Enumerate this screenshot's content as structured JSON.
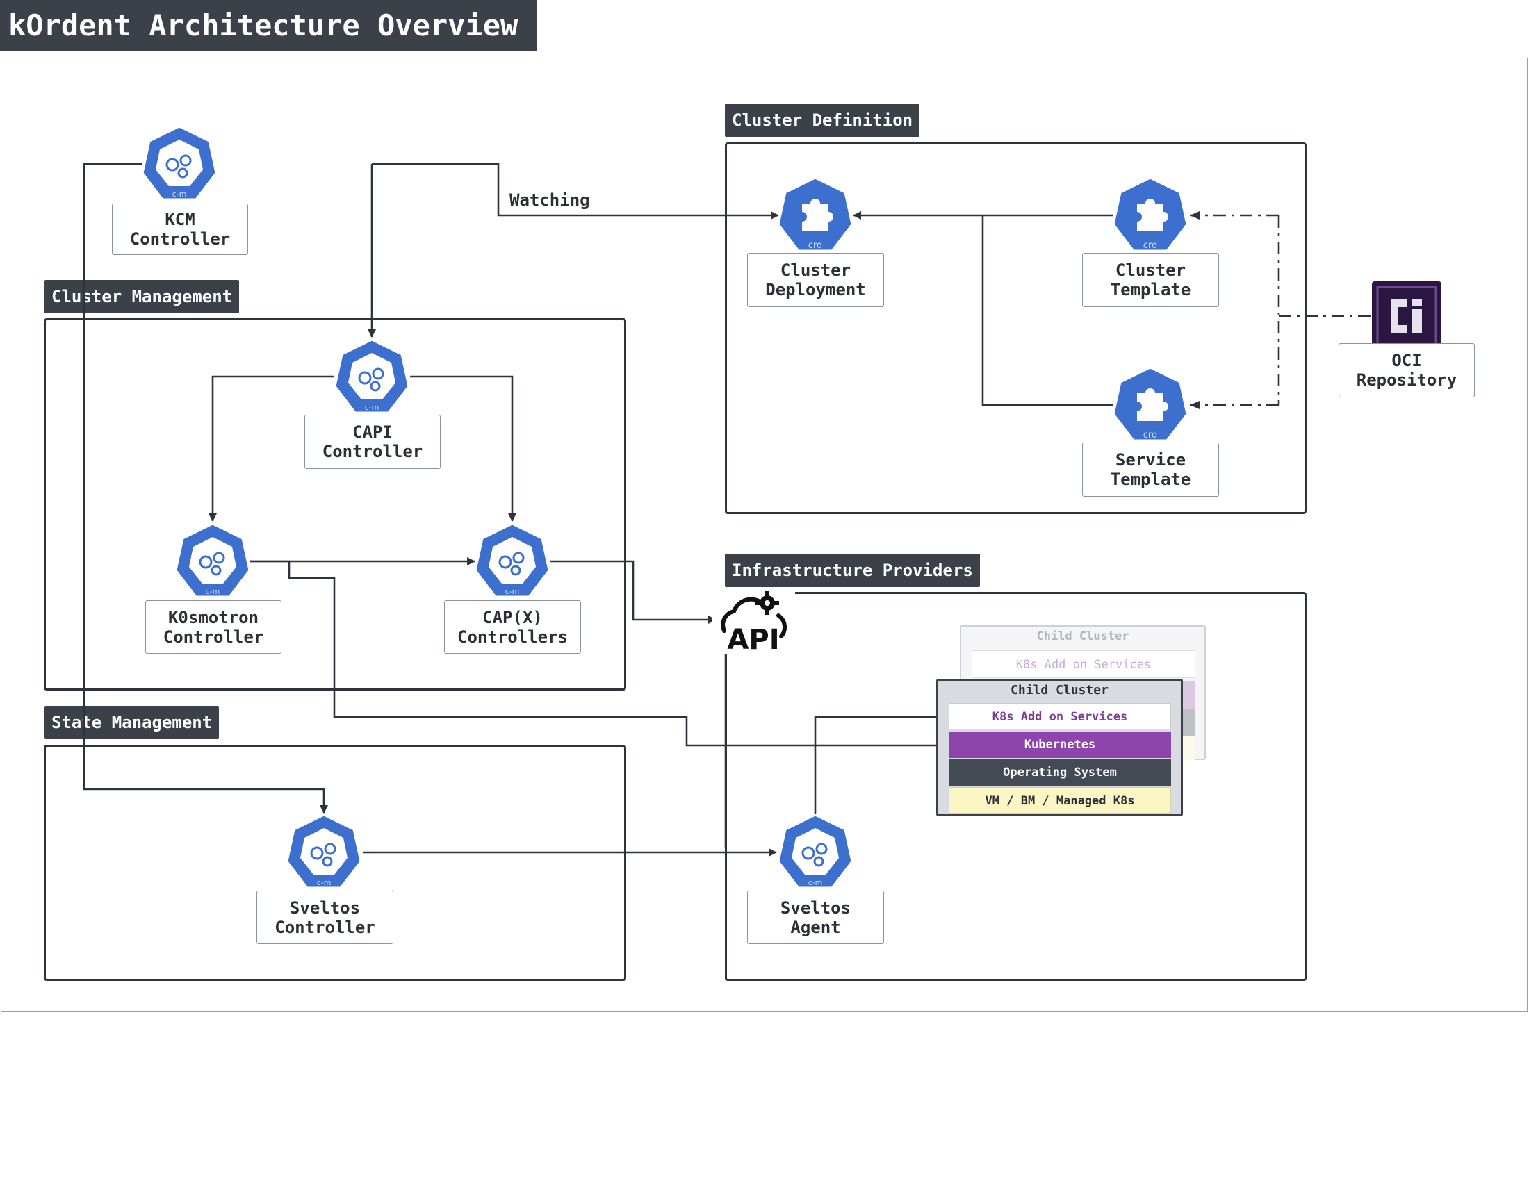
{
  "title": "kOrdent Architecture Overview",
  "sections": {
    "cluster_management": "Cluster Management",
    "cluster_definition": "Cluster Definition",
    "infrastructure_providers": "Infrastructure Providers",
    "state_management": "State Management"
  },
  "nodes": {
    "kcm": {
      "line1": "KCM",
      "line2": "Controller",
      "icon": "controller-manager-icon",
      "badge": "c-m"
    },
    "capi": {
      "line1": "CAPI",
      "line2": "Controller",
      "icon": "controller-manager-icon",
      "badge": "c-m"
    },
    "k0smotron": {
      "line1": "K0smotron",
      "line2": "Controller",
      "icon": "controller-manager-icon",
      "badge": "c-m"
    },
    "capx": {
      "line1": "CAP(X)",
      "line2": "Controllers",
      "icon": "controller-manager-icon",
      "badge": "c-m"
    },
    "sveltos_controller": {
      "line1": "Sveltos",
      "line2": "Controller",
      "icon": "controller-manager-icon",
      "badge": "c-m"
    },
    "sveltos_agent": {
      "line1": "Sveltos",
      "line2": "Agent",
      "icon": "controller-manager-icon",
      "badge": "c-m"
    },
    "cluster_deployment": {
      "line1": "Cluster",
      "line2": "Deployment",
      "icon": "crd-puzzle-icon",
      "badge": "crd"
    },
    "cluster_template": {
      "line1": "Cluster",
      "line2": "Template",
      "icon": "crd-puzzle-icon",
      "badge": "crd"
    },
    "service_template": {
      "line1": "Service",
      "line2": "Template",
      "icon": "crd-puzzle-icon",
      "badge": "crd"
    },
    "oci": {
      "line1": "OCI",
      "line2": "Repository",
      "icon": "oci-logo-icon"
    },
    "api": {
      "icon": "api-cloud-icon",
      "text": "API"
    }
  },
  "edge_labels": {
    "watching": "Watching"
  },
  "child_cluster_back": {
    "header": "Child Cluster",
    "addons": "K8s Add on Services"
  },
  "child_cluster": {
    "header": "Child Cluster",
    "layers": {
      "addons": "K8s Add on Services",
      "kubernetes": "Kubernetes",
      "os": "Operating System",
      "infra": "VM / BM / Managed K8s"
    }
  },
  "colors": {
    "dark_panel": "#3b4049",
    "k8s_blue": "#3d6fce",
    "kubernetes_purple": "#8e44ad",
    "infra_yellow": "#fbf6c4",
    "oci_purple": "#2b1642"
  }
}
